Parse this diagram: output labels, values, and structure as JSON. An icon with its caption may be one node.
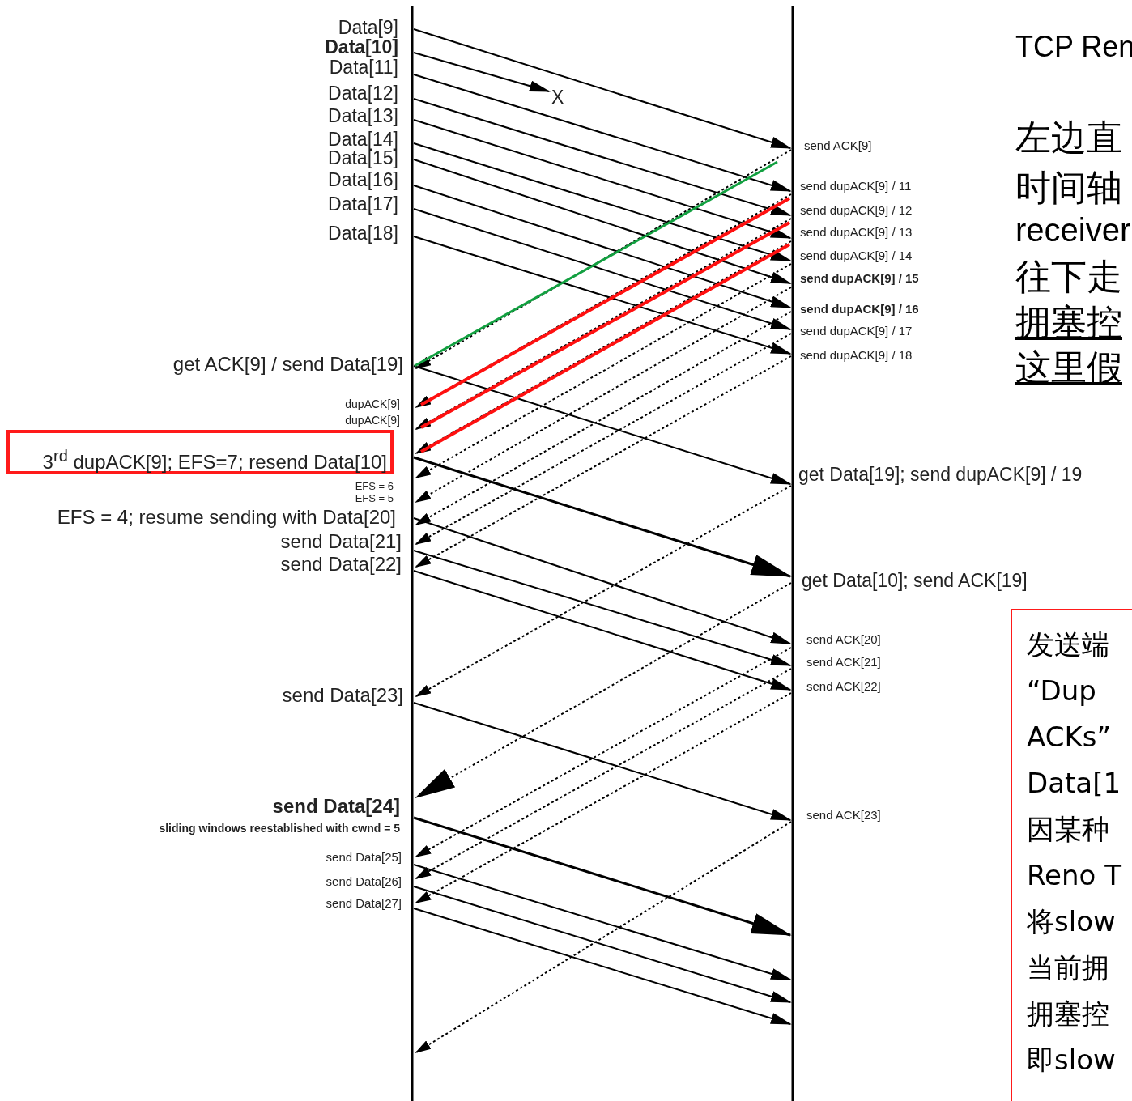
{
  "diagram": {
    "nodes": [
      {
        "text": [
          "3$^{rd}$ dupACK[9]; EFS=7; resend Data[10]"
        ]
      },
      {
        "text": [
          "发送端",
          "“Dup",
          "ACKs”",
          "Data[1",
          "因某种",
          "Reno T",
          "将slow",
          "当前拥",
          "拥塞控",
          "即slow"
        ]
      }
    ],
    "labels": [
      "Data[9]",
      "Data[10]",
      "Data[11]",
      "Data[12]",
      "Data[13]",
      "Data[14]",
      "Data[15]",
      "Data[16]",
      "Data[17]",
      "Data[18]",
      "X",
      "get ACK[9] / send Data[19]",
      "dupACK[9]",
      "dupACK[9]",
      "EFS = 6",
      "EFS = 5",
      "EFS = 4; resume sending with Data[20]",
      "send Data[21]",
      "send Data[22]",
      "send Data[23]",
      "send Data[24]",
      "sliding windows reestablished with cwnd = 5",
      "send Data[25]",
      "send Data[26]",
      "send Data[27]",
      "send ACK[9]",
      "send dupACK[9] / 11",
      "send dupACK[9] / 12",
      "send dupACK[9] / 13",
      "send dupACK[9] / 14",
      "send dupACK[9] / 15",
      "send dupACK[9] / 16",
      "send dupACK[9] / 17",
      "send dupACK[9] / 18",
      "get Data[19]; send dupACK[9] / 19",
      "get Data[10]; send ACK[19]",
      "send ACK[20]",
      "send ACK[21]",
      "send ACK[22]",
      "send ACK[23]",
      "TCP Ren",
      "左边直",
      "时间轴",
      "receiver",
      "往下走",
      "拥塞控",
      "这里假"
    ]
  }
}
